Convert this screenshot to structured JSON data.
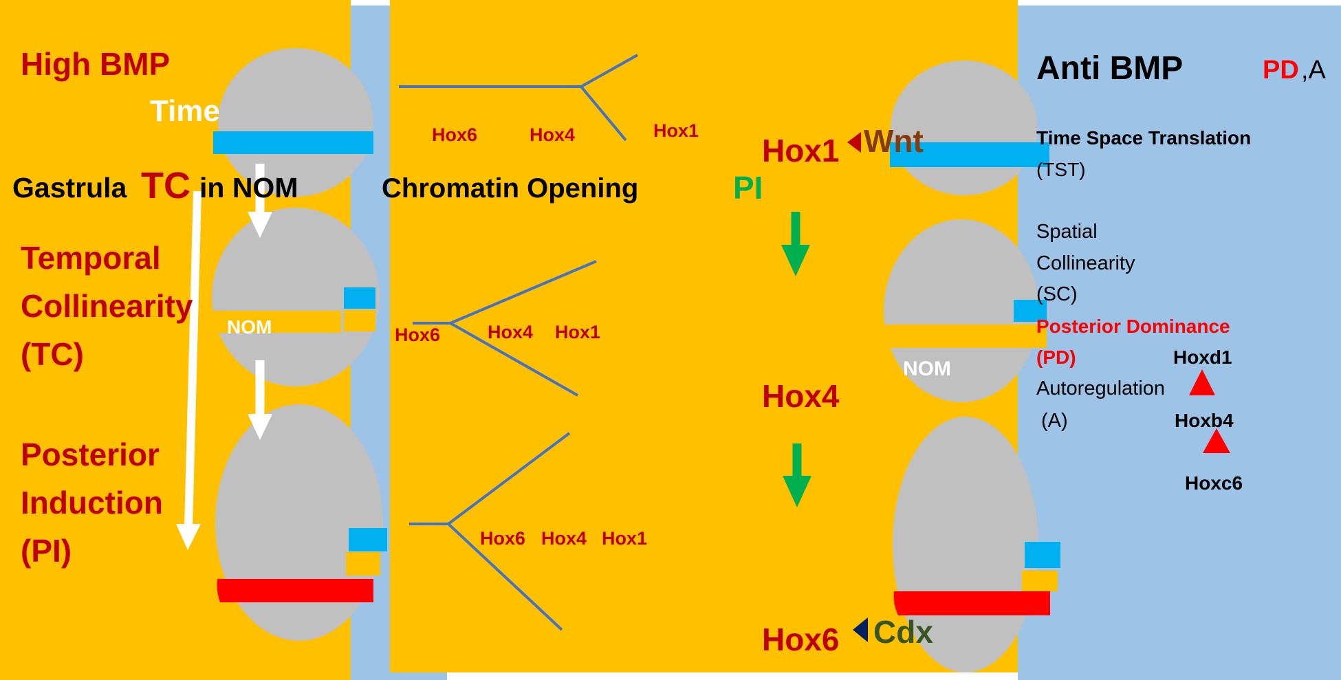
{
  "left_panel": {
    "title": "High BMP",
    "time_label": "Time",
    "gastrula_prefix": "Gastrula",
    "gastrula_tc": "TC",
    "gastrula_suffix": "in NOM",
    "tc_line1": "Temporal",
    "tc_line2": "Collinearity",
    "tc_line3": "(TC)",
    "pi_line1": "Posterior",
    "pi_line2": "Induction",
    "pi_line3": "(PI)",
    "nom_label": "NOM"
  },
  "middle_panel": {
    "row1": {
      "hox6": "Hox6",
      "hox4": "Hox4",
      "hox1": "Hox1"
    },
    "chromatin_label": "Chromatin Opening",
    "row2": {
      "hox6": "Hox6",
      "hox4": "Hox4",
      "hox1": "Hox1"
    },
    "row3": {
      "hox6": "Hox6",
      "hox4": "Hox4",
      "hox1": "Hox1"
    },
    "pi_label": "PI",
    "hox1_big": "Hox1",
    "wnt_label": "Wnt",
    "hox4_big": "Hox4",
    "hox6_big": "Hox6",
    "cdx_label": "Cdx",
    "nom_label": "NOM"
  },
  "right_panel": {
    "title": "Anti BMP",
    "pd_red": "PD",
    "pd_rest": ",A",
    "tst_line1": "Time Space Translation",
    "tst_line2": "(TST)",
    "sc_line1": "Spatial",
    "sc_line2": "Collinearity",
    "sc_line3": "(SC)",
    "pd_line1": "Posterior Dominance",
    "pd_line2": "(PD)",
    "hoxd1": "Hoxd1",
    "auto_line1": "Autoregulation",
    "auto_line2": "(A)",
    "hoxb4": "Hoxb4",
    "hoxc6": "Hoxc6"
  },
  "colors": {
    "orange": "#ffc000",
    "light_blue": "#9dc3e6",
    "gray": "#c0c0c0",
    "cyan": "#00b0f0",
    "dark_red": "#c00000",
    "red": "#ff0000",
    "green": "#00b050",
    "brown": "#843c0c",
    "dark_green": "#375623",
    "navy": "#002060",
    "line_blue": "#4472c4"
  }
}
